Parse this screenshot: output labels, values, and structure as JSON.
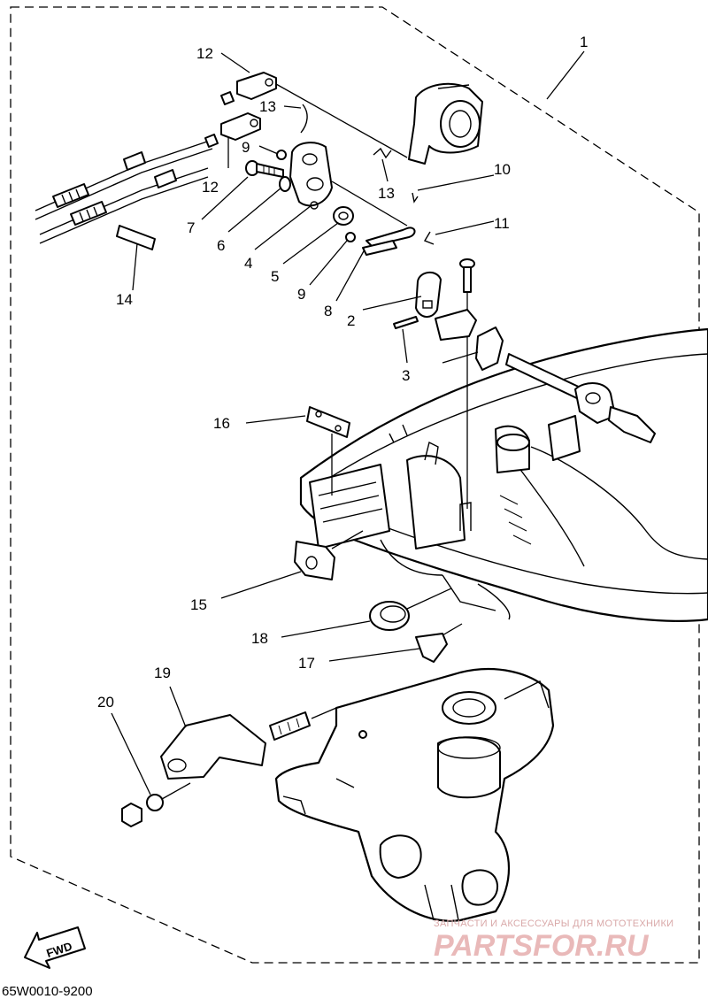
{
  "diagram": {
    "callouts": [
      "1",
      "2",
      "3",
      "4",
      "5",
      "6",
      "7",
      "8",
      "9",
      "9",
      "10",
      "11",
      "12",
      "12",
      "13",
      "13",
      "14",
      "15",
      "16",
      "17",
      "18",
      "19",
      "20"
    ],
    "direction_label": "FWD",
    "drawing_code": "65W0010-9200"
  },
  "watermark": {
    "tagline": "ЗАПЧАСТИ И АКСЕССУАРЫ ДЛЯ МОТОТЕХНИКИ",
    "brand": "PARTSFOR.RU"
  }
}
